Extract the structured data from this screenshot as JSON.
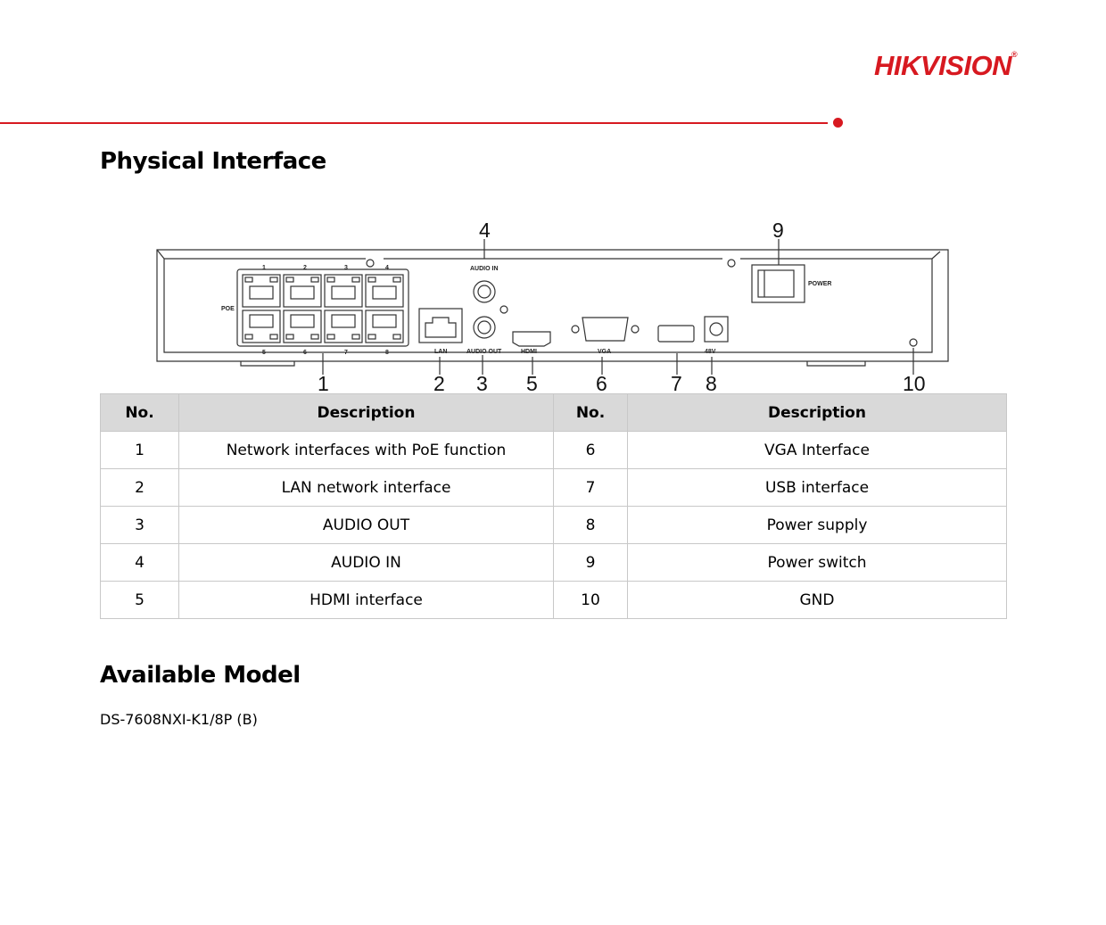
{
  "brand": {
    "logo_text": "HIKVISION",
    "registered": "®",
    "accent": "#d71920"
  },
  "section1": {
    "title": "Physical Interface"
  },
  "diagram": {
    "labels": {
      "poe": "POE",
      "audio_in": "AUDIO IN",
      "lan": "LAN",
      "audio_out": "AUDIO OUT",
      "hdmi": "HDMI",
      "vga": "VGA",
      "dc": "48V",
      "power": "POWER"
    },
    "port_numbers": [
      "1",
      "2",
      "3",
      "4",
      "5",
      "6",
      "7",
      "8"
    ],
    "callouts": [
      "1",
      "2",
      "3",
      "4",
      "5",
      "6",
      "7",
      "8",
      "9",
      "10"
    ]
  },
  "table": {
    "headers": [
      "No.",
      "Description",
      "No.",
      "Description"
    ],
    "rows": [
      [
        "1",
        "Network interfaces with PoE function",
        "6",
        "VGA Interface"
      ],
      [
        "2",
        "LAN network interface",
        "7",
        "USB interface"
      ],
      [
        "3",
        "AUDIO OUT",
        "8",
        "Power supply"
      ],
      [
        "4",
        "AUDIO IN",
        "9",
        "Power switch"
      ],
      [
        "5",
        "HDMI interface",
        "10",
        "GND"
      ]
    ]
  },
  "section2": {
    "title": "Available Model",
    "model": "DS-7608NXI-K1/8P (B)"
  }
}
